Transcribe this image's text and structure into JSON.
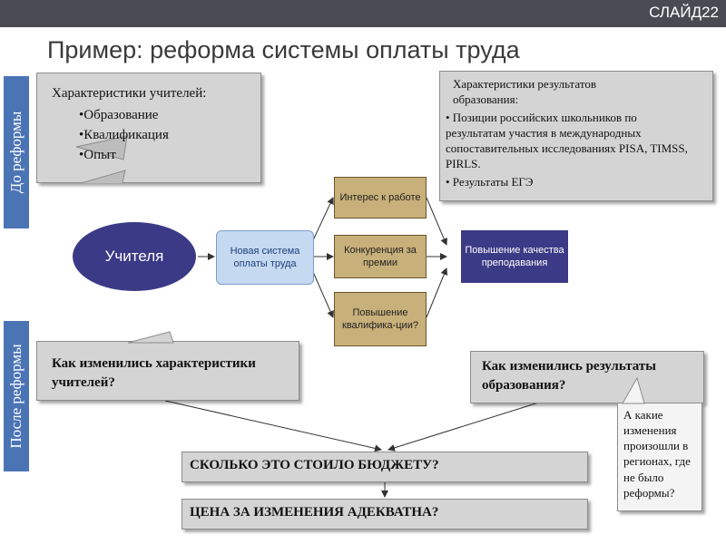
{
  "slide_label": "СЛАЙД22",
  "title": "Пример: реформа системы оплаты труда",
  "side_labels": {
    "before": "До реформы",
    "after": "После реформы"
  },
  "teacher_chars": {
    "heading": "Характеристики учителей:",
    "items": [
      "•Образование",
      "•Квалификация",
      "•Опыт"
    ]
  },
  "results_chars": {
    "heading_line1": "Характеристики результатов",
    "heading_line2": "образования:",
    "item1": "• Позиции российских школьников по результатам участия в международных сопоставительных исследованиях PISA, TIMSS, PIRLS.",
    "item2": "• Результаты ЕГЭ"
  },
  "nodes": {
    "teachers": "Учителя",
    "new_pay": "Новая система оплаты труда",
    "interest": "Интерес к работе",
    "competition": "Конкуренция за премии",
    "qualification": "Повышение квалифика-ции?",
    "quality": "Повышение качества преподавания"
  },
  "questions": {
    "teachers_changed": "Как изменились характеристики учителей?",
    "results_changed": "Как изменились результаты образования?",
    "regions": "А какие изменения произошли в регионах, где не было реформы?",
    "cost": "СКОЛЬКО ЭТО СТОИЛО БЮДЖЕТУ?",
    "price_adequate": "ЦЕНА ЗА ИЗМЕНЕНИЯ АДЕКВАТНА?"
  },
  "colors": {
    "topbar": "#4a4a52",
    "side_band": "#4b74b5",
    "teachers_node": "#3b3a86",
    "new_pay_node": "#c5d9f1",
    "quality_node": "#3b3a86",
    "factor_node": "#c8b07a",
    "callout": "#d4d4d4"
  }
}
